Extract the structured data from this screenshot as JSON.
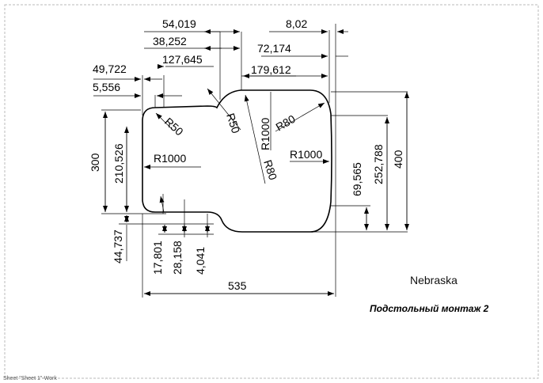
{
  "model_name": "Nebraska",
  "caption": "Подстольный монтаж 2",
  "sheet_label": "Sheet \"Sheet 1\"-Work",
  "dimensions": {
    "top_1": "54,019",
    "top_2": "38,252",
    "top_3": "127,645",
    "top_4": "8,02",
    "top_5": "72,174",
    "top_6": "179,612",
    "left_1": "49,722",
    "left_2": "5,556",
    "height_300": "300",
    "height_210": "210,526",
    "height_400": "400",
    "height_252": "252,788",
    "height_69": "69,565",
    "bottom_44": "44,737",
    "bottom_17": "17,801",
    "bottom_28": "28,158",
    "bottom_4": "4,041",
    "width_535": "535"
  },
  "radii": {
    "r50_a": "R50",
    "r50_b": "R50",
    "r1000_a": "R1000",
    "r80_a": "R80",
    "r1000_b": "R1000",
    "r80_b": "R80",
    "r1000_c": "R1000"
  }
}
